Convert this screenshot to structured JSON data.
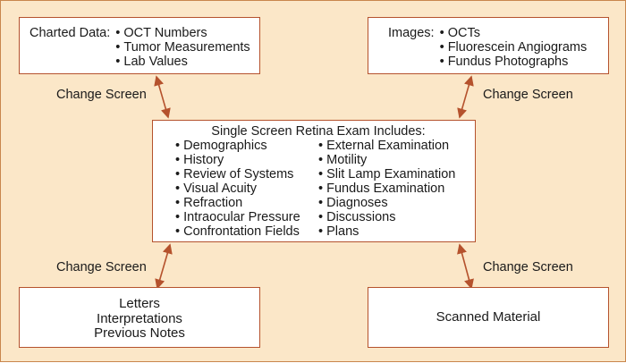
{
  "charted_data": {
    "label": "Charted Data:",
    "items": [
      "OCT Numbers",
      "Tumor Measurements",
      "Lab Values"
    ]
  },
  "images": {
    "label": "Images:",
    "items": [
      "OCTs",
      "Fluorescein Angiograms",
      "Fundus Photographs"
    ]
  },
  "center": {
    "title": "Single Screen Retina Exam Includes:",
    "left_items": [
      "Demographics",
      "History",
      "Review of Systems",
      "Visual Acuity",
      "Refraction",
      "Intraocular Pressure",
      "Confrontation Fields"
    ],
    "right_items": [
      "External Examination",
      "Motility",
      "Slit Lamp Examination",
      "Fundus Examination",
      "Diagnoses",
      "Discussions",
      "Plans"
    ]
  },
  "notes_box": {
    "lines": [
      "Letters",
      "Interpretations",
      "Previous Notes"
    ]
  },
  "scanned_box": {
    "text": "Scanned Material"
  },
  "connectors": {
    "top_left": "Change Screen",
    "top_right": "Change Screen",
    "bottom_left": "Change Screen",
    "bottom_right": "Change Screen"
  },
  "colors": {
    "background": "#fbe7c8",
    "box_border": "#b5522d",
    "arrow": "#b5522d",
    "text": "#1a1a1a"
  }
}
